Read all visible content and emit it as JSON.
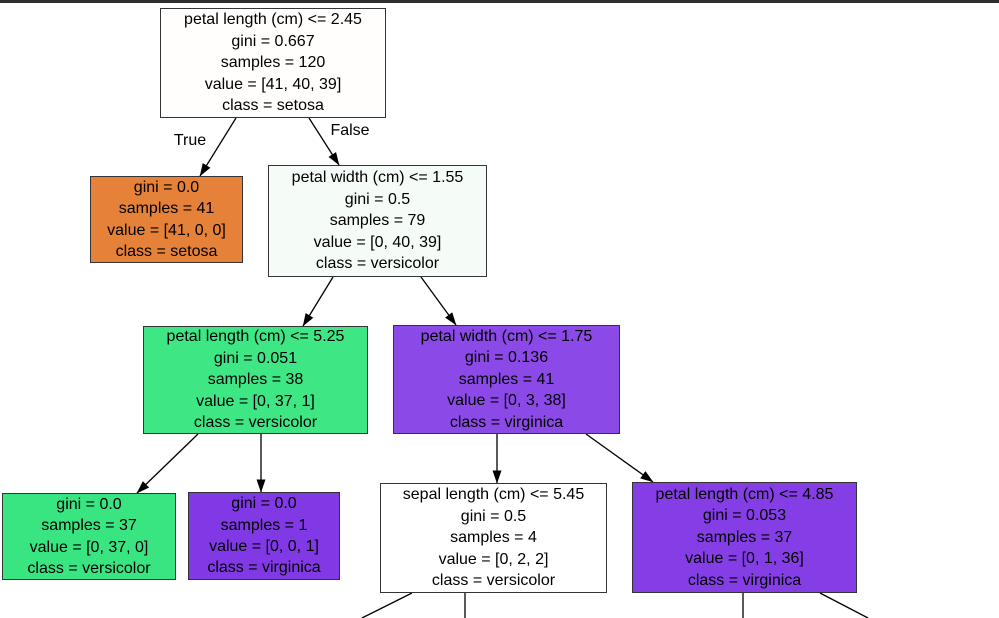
{
  "edge_labels": {
    "true": "True",
    "false": "False"
  },
  "nodes": [
    {
      "name": "root",
      "condition": "petal length (cm) <= 2.45",
      "gini": "gini = 0.667",
      "samples": "samples = 120",
      "value": "value = [41, 40, 39]",
      "class": "class = setosa",
      "color": "#fffefd"
    },
    {
      "name": "setosa-leaf",
      "gini": "gini = 0.0",
      "samples": "samples = 41",
      "value": "value = [41, 0, 0]",
      "class": "class = setosa",
      "color": "#e58139"
    },
    {
      "name": "petal-width-split",
      "condition": "petal width (cm) <= 1.55",
      "gini": "gini = 0.5",
      "samples": "samples = 79",
      "value": "value = [0, 40, 39]",
      "class": "class = versicolor",
      "color": "#f5fbf7"
    },
    {
      "name": "versicolor-branch",
      "condition": "petal length (cm) <= 5.25",
      "gini": "gini = 0.051",
      "samples": "samples = 38",
      "value": "value = [0, 37, 1]",
      "class": "class = versicolor",
      "color": "#3ee684"
    },
    {
      "name": "virginica-branch",
      "condition": "petal width (cm) <= 1.75",
      "gini": "gini = 0.136",
      "samples": "samples = 41",
      "value": "value = [0, 3, 38]",
      "class": "class = virginica",
      "color": "#8b49e7"
    },
    {
      "name": "versicolor-leaf",
      "gini": "gini = 0.0",
      "samples": "samples = 37",
      "value": "value = [0, 37, 0]",
      "class": "class = versicolor",
      "color": "#39e581"
    },
    {
      "name": "virginica-small-leaf",
      "gini": "gini = 0.0",
      "samples": "samples = 1",
      "value": "value = [0, 0, 1]",
      "class": "class = virginica",
      "color": "#8139e5"
    },
    {
      "name": "sepal-length-split",
      "condition": "sepal length (cm) <= 5.45",
      "gini": "gini = 0.5",
      "samples": "samples = 4",
      "value": "value = [0, 2, 2]",
      "class": "class = versicolor",
      "color": "#ffffff"
    },
    {
      "name": "virginica-right-branch",
      "condition": "petal length (cm) <= 4.85",
      "gini": "gini = 0.053",
      "samples": "samples = 37",
      "value": "value = [0, 1, 36]",
      "class": "class = virginica",
      "color": "#853ee6"
    }
  ]
}
